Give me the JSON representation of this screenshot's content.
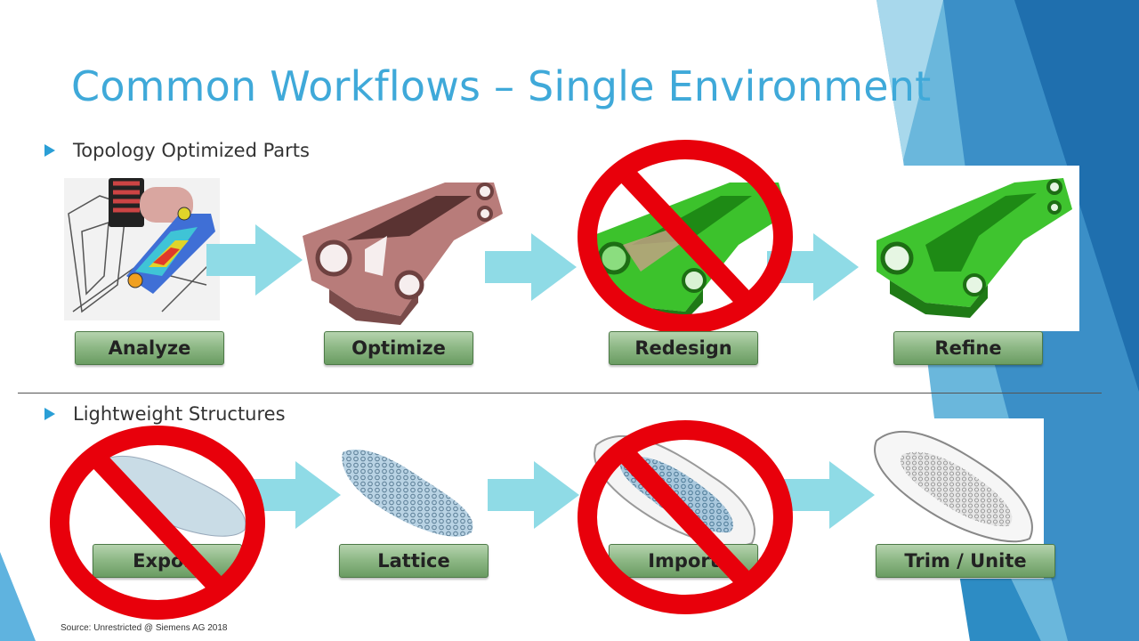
{
  "slide": {
    "title": "Common Workflows – Single Environment",
    "source": "Source: Unrestricted @ Siemens AG 2018"
  },
  "section1": {
    "label": "Topology Optimized Parts",
    "steps": [
      {
        "label": "Analyze",
        "crossed": false
      },
      {
        "label": "Optimize",
        "crossed": false
      },
      {
        "label": "Redesign",
        "crossed": true
      },
      {
        "label": "Refine",
        "crossed": false
      }
    ]
  },
  "section2": {
    "label": "Lightweight Structures",
    "steps": [
      {
        "label": "Export",
        "crossed": true
      },
      {
        "label": "Lattice",
        "crossed": false
      },
      {
        "label": "Import",
        "crossed": true
      },
      {
        "label": "Trim / Unite",
        "crossed": false
      }
    ]
  },
  "colors": {
    "title": "#3fa9d9",
    "accent_blue": "#2a9fd6",
    "step_green": "#8fb987",
    "arrow_cyan": "#7fd3e0",
    "no_sign_red": "#e8000b",
    "part_green": "#3bbf2b",
    "part_pink": "#b77a78"
  },
  "icons": [
    "bullet-triangle-icon",
    "right-arrow-icon",
    "no-sign-icon"
  ]
}
